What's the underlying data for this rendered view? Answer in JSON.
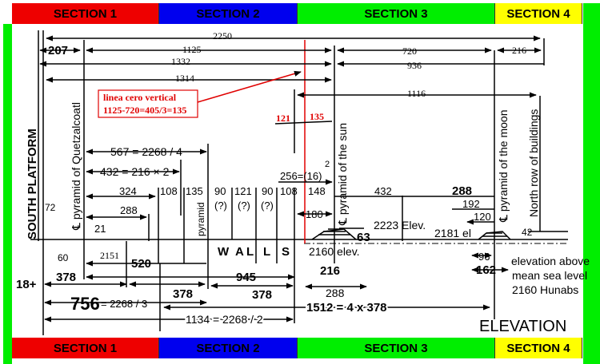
{
  "sections": [
    {
      "label": "SECTION 1",
      "color": "#ee0000"
    },
    {
      "label": "SECTION 2",
      "color": "#0000ee"
    },
    {
      "label": "SECTION 3",
      "color": "#00ee00"
    },
    {
      "label": "SECTION 4",
      "color": "#ffff00"
    }
  ],
  "title": "ELEVATION",
  "note": {
    "line1": "linea cero vertical",
    "line2": "1125-720=405/3=135"
  },
  "vertical_labels": {
    "south_platform": "SOUTH PLATFORM",
    "quetzalcoatl": "℄ pyramid of Quetzalcoatl",
    "pyramid": "pyramid",
    "sun": "℄ pyramid of the sun",
    "moon": "℄ pyramid of the moon",
    "north_row": "North row of buildings"
  },
  "dims": {
    "d2250": "2250",
    "d207": "207",
    "d1125": "1125",
    "d1332": "1332",
    "d1314": "1314",
    "d720": "720",
    "d216top": "216",
    "d936": "936",
    "d1116": "1116",
    "r121": "121",
    "r135": "135",
    "d567": "567 = 2268 / 4",
    "d432a": "432 = 216 × 2",
    "d256": "256=(16)",
    "sup2": "2",
    "d324": "324",
    "d108a": "108",
    "d135": "135",
    "d90a": "90",
    "d121": "121",
    "d90b": "90",
    "d108b": "108",
    "d148": "148",
    "d432": "432",
    "d288b": "288",
    "q1": "(?)",
    "q2": "(?)",
    "q3": "(?)",
    "d72": "72",
    "d288a": "288",
    "d21": "21",
    "d192": "192",
    "d120": "120",
    "d180": "180",
    "e2223": "2223 Elev.",
    "d63": "63",
    "e2181": "2181 el",
    "d42": "42",
    "d60": "60",
    "e2151": "2151",
    "d520": "520",
    "w1": "W",
    "w2": "A",
    "w3": "L",
    "w4": "L",
    "w5": "S",
    "e2160": "2160 elev.",
    "d216": "216",
    "d96": "96",
    "d162": "162",
    "sea1": "elevation above",
    "sea2": "mean sea level",
    "sea3": "2160 Hunabs",
    "d18": "18+",
    "d378a": "378",
    "d945": "945",
    "d378b": "378",
    "d378c": "378",
    "d288c": "288",
    "d756": "756",
    "d756eq": "= 2268 / 3",
    "d1512": "1512 = 4 x 378",
    "d1134": "1134 = 2268 / 2"
  }
}
